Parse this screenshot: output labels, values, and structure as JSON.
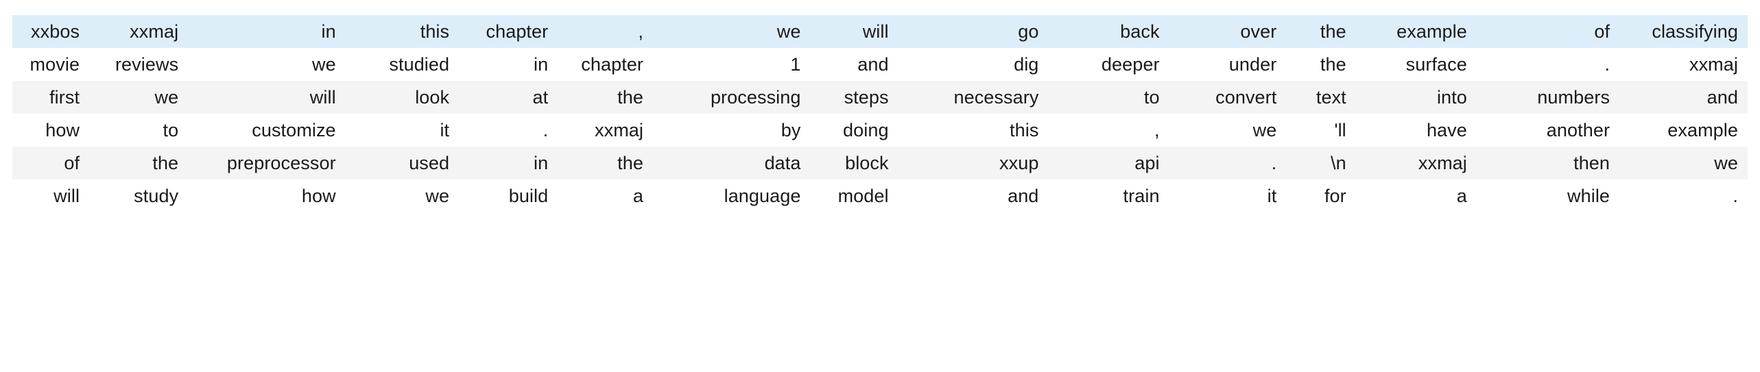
{
  "table": {
    "kind": "token-grid",
    "columns": 15,
    "rows": 6,
    "colors": {
      "highlight_row_bg": "#ddeefb",
      "band_row_bg": "#f4f4f4",
      "plain_row_bg": "#ffffff",
      "text": "#1a1a1a",
      "page_bg": "#ffffff"
    },
    "row_styles": [
      "highlight",
      "plain",
      "band",
      "plain",
      "band",
      "plain"
    ],
    "cells": [
      [
        "xxbos",
        "xxmaj",
        "in",
        "this",
        "chapter",
        ",",
        "we",
        "will",
        "go",
        "back",
        "over",
        "the",
        "example",
        "of",
        "classifying"
      ],
      [
        "movie",
        "reviews",
        "we",
        "studied",
        "in",
        "chapter",
        "1",
        "and",
        "dig",
        "deeper",
        "under",
        "the",
        "surface",
        ".",
        "xxmaj"
      ],
      [
        "first",
        "we",
        "will",
        "look",
        "at",
        "the",
        "processing",
        "steps",
        "necessary",
        "to",
        "convert",
        "text",
        "into",
        "numbers",
        "and"
      ],
      [
        "how",
        "to",
        "customize",
        "it",
        ".",
        "xxmaj",
        "by",
        "doing",
        "this",
        ",",
        "we",
        "'ll",
        "have",
        "another",
        "example"
      ],
      [
        "of",
        "the",
        "preprocessor",
        "used",
        "in",
        "the",
        "data",
        "block",
        "xxup",
        "api",
        ".",
        "\\n",
        "xxmaj",
        "then",
        "we"
      ],
      [
        "will",
        "study",
        "how",
        "we",
        "build",
        "a",
        "language",
        "model",
        "and",
        "train",
        "it",
        "for",
        "a",
        "while",
        "."
      ]
    ]
  }
}
